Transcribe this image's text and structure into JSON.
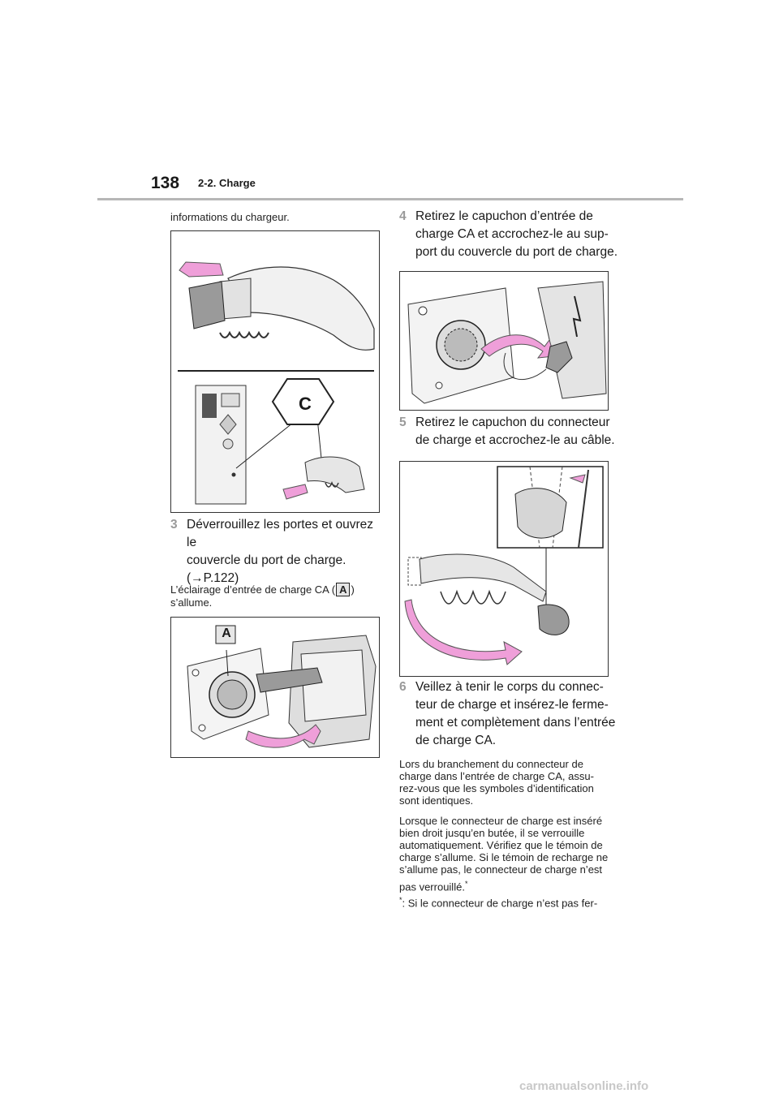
{
  "header": {
    "page_number": "138",
    "section": "2-2. Charge"
  },
  "left": {
    "intro": "informations du chargeur.",
    "fig1_label": "C",
    "step3": {
      "num": "3",
      "line1": "Déverrouillez les portes et ouvrez le",
      "line2": "couvercle du port de charge.",
      "line3": "(→P.122)"
    },
    "note_part1": "L’éclairage d’entrée de charge CA (",
    "note_badge": "A",
    "note_part2": ")",
    "note_line2": "s’allume.",
    "fig2_label": "A"
  },
  "right": {
    "step4": {
      "num": "4",
      "line1": "Retirez le capuchon d’entrée de",
      "line2": "charge CA et accrochez-le au sup-",
      "line3": "port du couvercle du port de charge."
    },
    "step5": {
      "num": "5",
      "line1": "Retirez le capuchon du connecteur",
      "line2": "de charge et accrochez-le au câble."
    },
    "step6": {
      "num": "6",
      "line1": "Veillez à tenir le corps du connec-",
      "line2": "teur de charge et insérez-le ferme-",
      "line3": "ment et complètement dans l’entrée",
      "line4": "de charge CA."
    },
    "para1": [
      "Lors du branchement du connecteur de",
      "charge dans l’entrée de charge CA, assu-",
      "rez-vous que les symboles d’identification",
      "sont identiques."
    ],
    "para2": [
      "Lorsque le connecteur de charge est inséré",
      "bien droit jusqu’en butée, il se verrouille",
      "automatiquement. Vérifiez que le témoin de",
      "charge s’allume. Si le témoin de recharge ne",
      "s’allume pas, le connecteur de charge n’est"
    ],
    "para2_last": "pas verrouillé.",
    "footnote_mark": "*",
    "footnote": ":  Si le connecteur de charge n’est pas fer-"
  },
  "footer": {
    "watermark": "carmanualsonline.info"
  },
  "colors": {
    "accent_pink": "#ef9fd9",
    "step_grey": "#9a9a9a",
    "rule": "#b7b7b7"
  }
}
